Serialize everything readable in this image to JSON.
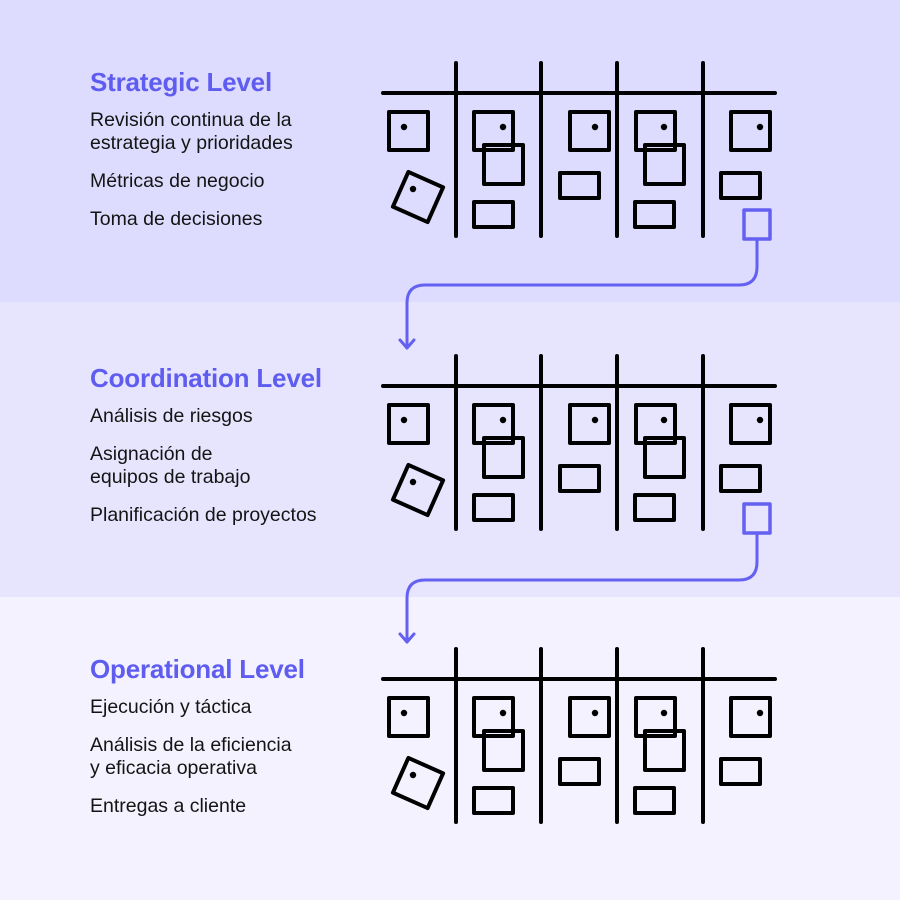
{
  "colors": {
    "band_strategic": "#DEDCFE",
    "band_coordination": "#E7E5FE",
    "band_operational": "#F3F2FE",
    "title": "#5F5CF0",
    "connector": "#6360F2",
    "board_lines": "#000000",
    "text": "#141414"
  },
  "levels": [
    {
      "title": "Strategic Level",
      "items": [
        "Revisión continua de la\nestrategia y prioridades",
        "Métricas de negocio",
        "Toma de decisiones"
      ]
    },
    {
      "title": "Coordination Level",
      "items": [
        "Análisis de riesgos",
        "Asignación de\nequipos de trabajo",
        "Planificación de proyectos"
      ]
    },
    {
      "title": "Operational Level",
      "items": [
        "Ejecución y táctica",
        "Análisis de la eficiencia\ny eficacia operativa",
        "Entregas a cliente"
      ]
    }
  ],
  "board": {
    "columns": 5,
    "icons": [
      "kanban-board-icon",
      "sticky-note-icon",
      "arrow-connector-icon"
    ]
  }
}
